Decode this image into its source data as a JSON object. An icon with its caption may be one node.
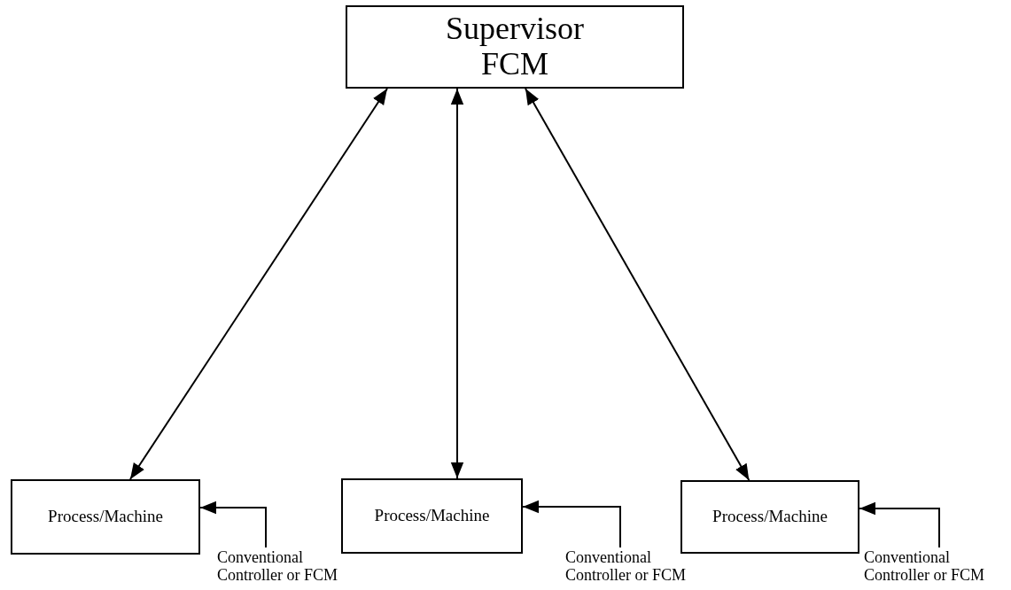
{
  "diagram": {
    "nodes": [
      {
        "text": [
          "Supervisor FCM"
        ]
      },
      {
        "text": [
          "Process/Machine"
        ]
      },
      {
        "text": [
          "Process/Machine"
        ]
      },
      {
        "text": [
          "Process/Machine"
        ]
      },
      {
        "text": [
          "Conventional Controller or FCM"
        ]
      },
      {
        "text": [
          "Conventional Controller or FCM"
        ]
      },
      {
        "text": [
          "Conventional Controller or FCM"
        ]
      }
    ],
    "edges": [
      {
        "from": 0,
        "to": 1,
        "arrow": "both"
      },
      {
        "from": 0,
        "to": 2,
        "arrow": "both"
      },
      {
        "from": 0,
        "to": 3,
        "arrow": "both"
      },
      {
        "from": 4,
        "to": 1,
        "arrow": "to"
      },
      {
        "from": 5,
        "to": 2,
        "arrow": "to"
      },
      {
        "from": 6,
        "to": 3,
        "arrow": "to"
      }
    ]
  }
}
